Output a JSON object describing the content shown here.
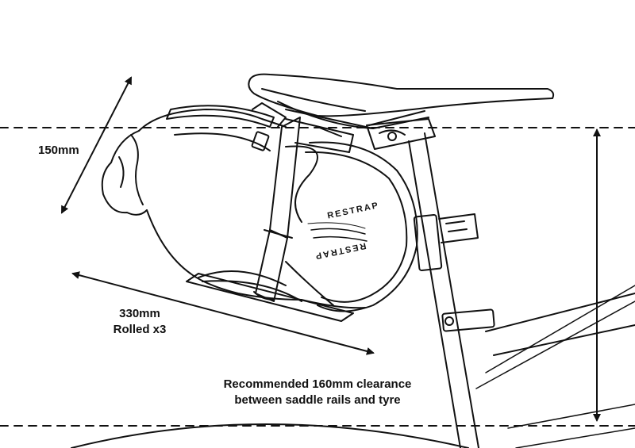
{
  "dimensions": {
    "height_label": "150mm",
    "length_label": "330mm",
    "length_note": "Rolled x3",
    "clearance_line1": "Recommended 160mm clearance",
    "clearance_line2": "between saddle rails and tyre"
  },
  "brand": {
    "logo_text": "RESTRAP"
  },
  "colors": {
    "line": "#111111",
    "background": "#ffffff"
  }
}
